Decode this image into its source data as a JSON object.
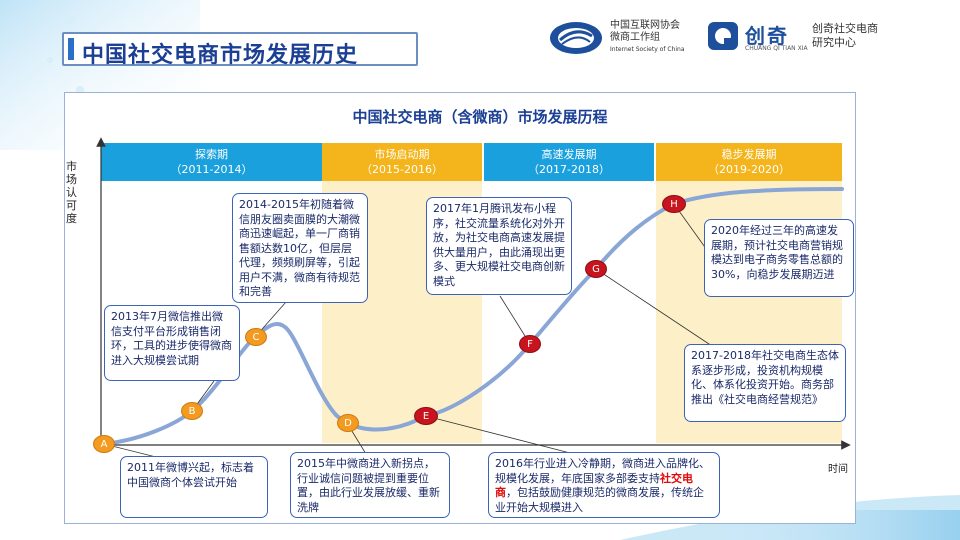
{
  "header": {
    "title": "中国社交电商市场发展历史",
    "logo1": {
      "line1": "中国互联网协会",
      "line2": "微商工作组",
      "en": "Internet Society of China"
    },
    "logo2": {
      "name": "创奇",
      "en": "CHUANG QI TIAN XIA",
      "org_line1": "创奇社交电商",
      "org_line2": "研究中心"
    }
  },
  "diagram": {
    "title": "中国社交电商（含微商）市场发展历程",
    "yaxis_label": [
      "市",
      "场",
      "认",
      "可",
      "度"
    ],
    "xaxis_label": "时间",
    "phases": [
      {
        "name": "探索期",
        "range": "（2011-2014）",
        "color": "#1aa0dd"
      },
      {
        "name": "市场启动期",
        "range": "（2015-2016）",
        "color": "#f3b41c"
      },
      {
        "name": "高速发展期",
        "range": "（2017-2018）",
        "color": "#1aa0dd"
      },
      {
        "name": "稳步发展期",
        "range": "（2019-2020）",
        "color": "#f3b41c"
      }
    ],
    "nodes": [
      "A",
      "B",
      "C",
      "D",
      "E",
      "F",
      "G",
      "H"
    ],
    "callouts": {
      "a": "2011年微博兴起，标志着中国微商个体尝试开始",
      "b": "2013年7月微信推出微信支付平台形成销售闭环，工具的进步使得微商进入大规模尝试期",
      "c": "2014-2015年初随着微信朋友圈卖面膜的大潮微商迅速崛起，单一厂商销售额达数10亿，但层层代理，频频刷屏等，引起用户不满，微商有待规范和完善",
      "d": "2015年中微商进入新拐点，行业诚信问题被提到重要位置，由此行业发展放缓、重新洗牌",
      "e_pre": "2016年行业进入冷静期，微商进入品牌化、规模化发展，年底国家多部委支持",
      "e_hl": "社交电商",
      "e_post": "，包括鼓励健康规范的微商发展，传统企业开始大规模进入",
      "f": "2017年1月腾讯发布小程序，社交流量系统化对外开放，为社交电商高速发展提供大量用户，由此涌现出更多、更大规模社交电商创新模式",
      "g": "2017-2018年社交电商生态体系逐步形成，投资机构规模化、体系化投资开始。商务部推出《社交电商经营规范》",
      "h": "2020年经过三年的高速发展期，预计社交电商营销规模达到电子商务零售总额的30%，向稳步发展期迈进"
    }
  }
}
